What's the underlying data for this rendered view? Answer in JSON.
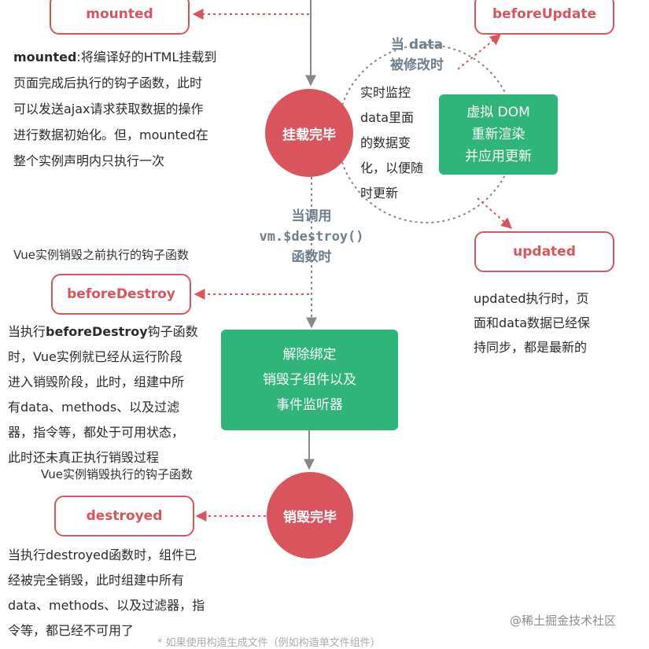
{
  "hooks": {
    "mounted": "mounted",
    "before_update": "beforeUpdate",
    "updated": "updated",
    "before_destroy": "beforeDestroy",
    "destroyed": "destroyed"
  },
  "stages": {
    "mounted_done": "挂载完毕",
    "destroy_done": "销毁完毕"
  },
  "process_boxes": {
    "virtual_dom": [
      "虚拟 DOM",
      "重新渲染",
      "并应用更新"
    ],
    "teardown": [
      "解除绑定",
      "销毁子组件以及",
      "事件监听器"
    ]
  },
  "conditions": {
    "data_changed": [
      "当 data",
      "被修改时"
    ],
    "destroy_call": [
      "当调用",
      "vm.$destroy()",
      "函数时"
    ]
  },
  "watch_text": [
    "实时监控",
    "data里面",
    "的数据变",
    "化，以便随",
    "时更新"
  ],
  "descriptions": {
    "mounted": {
      "bold": "mounted",
      "lines": [
        ":将编译好的HTML挂载到",
        "页面完成后执行的钩子函数，此时",
        "可以发送ajax请求获取数据的操作",
        "进行数据初始化。但，mounted在",
        "整个实例声明内只执行一次"
      ]
    },
    "updated": [
      "updated执行时，页",
      "面和data数据已经保",
      "持同步，都是最新的"
    ],
    "before_destroy_caption": "Vue实例销毁之前执行的钩子函数",
    "before_destroy": {
      "prefix": "当执行",
      "bold": "beforeDestroy",
      "lines": [
        "钩子函数",
        "时，Vue实例就已经从运行阶段",
        "进入销毁阶段，此时，组建中所",
        "有data、methods、以及过滤",
        "器，指令等，都处于可用状态，",
        "此时还未真正执行销毁过程"
      ]
    },
    "destroyed_caption": "Vue实例销毁执行的钩子函数",
    "destroyed": [
      "当执行destroyed函数时，组件已",
      "经被完全销毁，此时组建中所有",
      "data、methods、以及过滤器，指",
      "令等，都已经不可用了"
    ]
  },
  "bottom_clipped": "* 如果使用构造生成文件（例如构造单文件组件）",
  "watermark": "@稀土掘金技术社区",
  "colors": {
    "red": "#d9545c",
    "green": "#2fb57a",
    "gray": "#888888",
    "condition": "#6e7f90"
  }
}
